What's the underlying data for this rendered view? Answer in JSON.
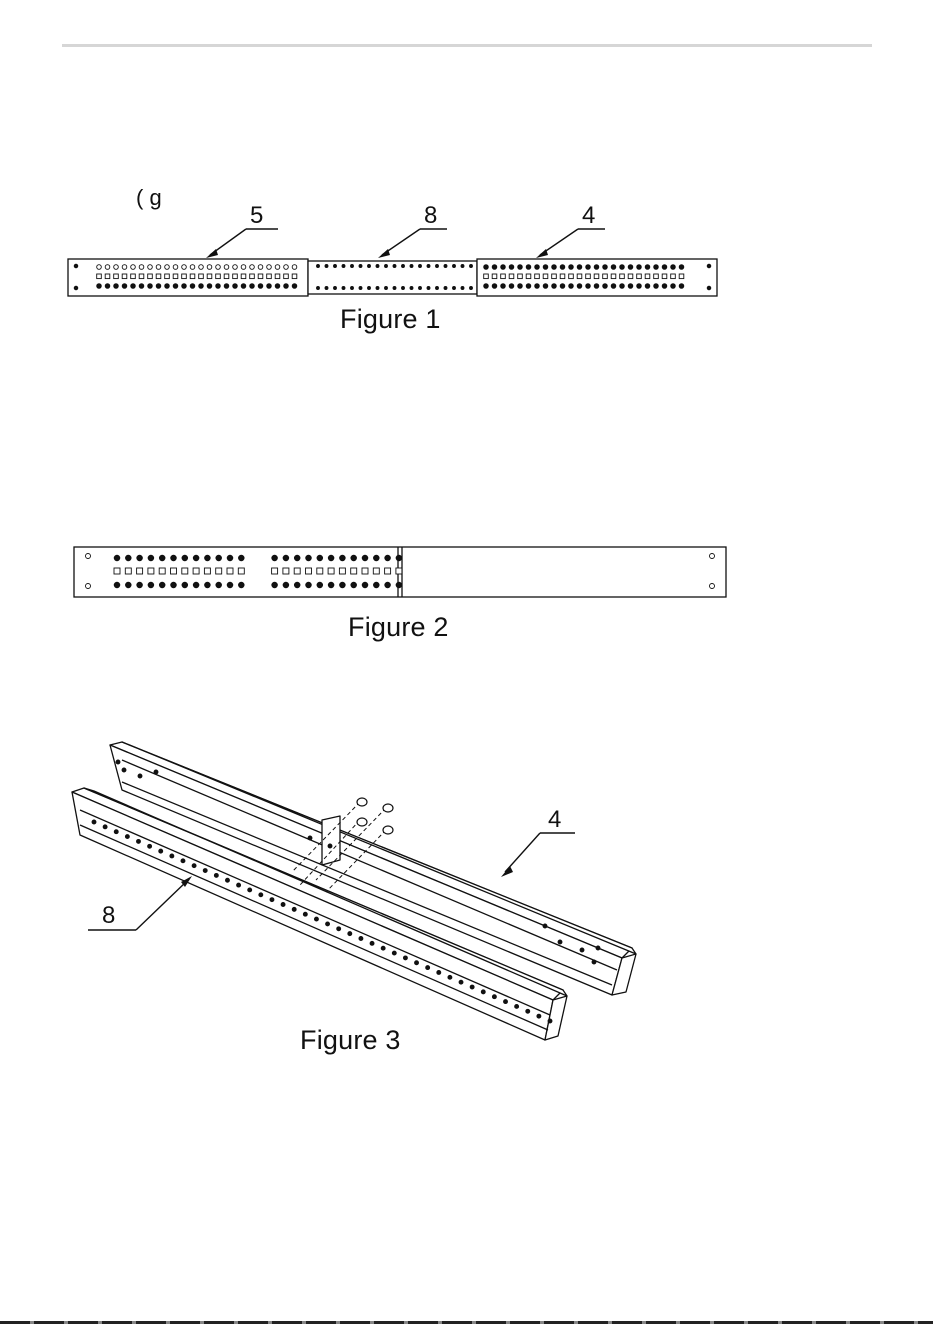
{
  "figure1": {
    "caption": "Figure 1",
    "callouts": [
      "5",
      "8",
      "4"
    ]
  },
  "figure2": {
    "caption": "Figure 2"
  },
  "figure3": {
    "caption": "Figure 3",
    "callouts": [
      "4",
      "8"
    ]
  }
}
